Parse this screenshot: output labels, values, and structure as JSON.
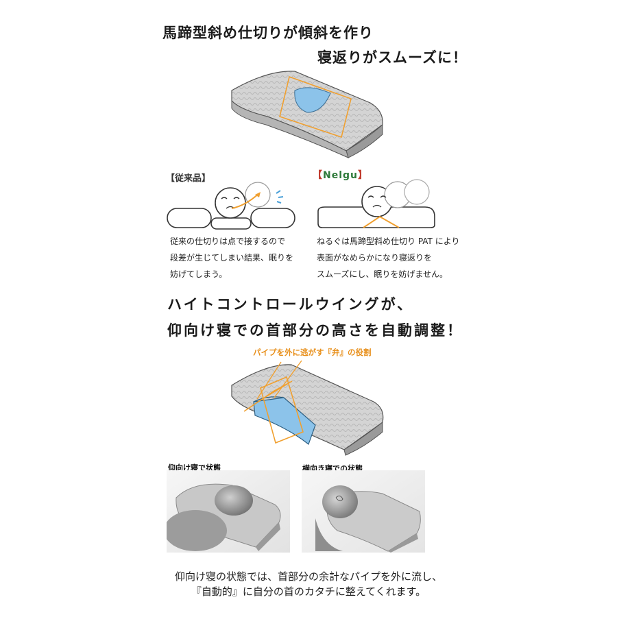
{
  "section1": {
    "heading_line1": "馬蹄型斜め仕切りが傾斜を作り",
    "heading_line2": "寝返りがスムーズに！"
  },
  "comparison": {
    "conventional_label": "【従来品】",
    "brand_open": "【",
    "brand_name": "Nelgu",
    "brand_close": "】",
    "conventional_caption": [
      "従来の仕切りは点で接するので",
      "段差が生じてしまい結果、眠りを",
      "妨げてしまう。"
    ],
    "brand_caption": [
      "ねるぐは馬蹄型斜め仕切り PAT により",
      "表面がなめらかになり寝返りを",
      "スムーズにし、眠りを妨げません。"
    ]
  },
  "section2": {
    "heading_line1": "ハイトコントロールウイングが、",
    "heading_line2": "仰向け寝での首部分の高さを自動調整！",
    "note": "パイプを外に逃がす『弁』の役割"
  },
  "states": {
    "back_title": "仰向け寝で状態",
    "side_title": "横向き寝での状態"
  },
  "bottom": {
    "line1": "仰向け寝の状態では、首部分の余計なパイプを外に流し、",
    "line2": "『自動的』に自分の首のカタチに整えてくれます。"
  },
  "colors": {
    "accent_orange": "#f0a030",
    "gel_blue": "#8cc3ea",
    "brand_green": "#2e7a3a",
    "brand_bracket_red": "#c0392b"
  }
}
